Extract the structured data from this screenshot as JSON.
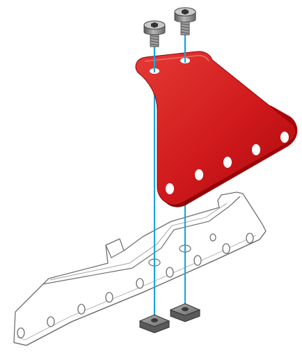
{
  "diagram": {
    "type": "exploded-assembly-illustration",
    "parts": [
      {
        "name": "screw",
        "quantity": 2,
        "color": "#8a8a8a"
      },
      {
        "name": "angled-bracket",
        "quantity": 1,
        "color": "#d0191c"
      },
      {
        "name": "perforated-flat-plate",
        "quantity": 1,
        "color": "#ffffff"
      },
      {
        "name": "square-nut",
        "quantity": 2,
        "color": "#7a7a7a"
      }
    ],
    "assembly_guide_color": "#1aa6d6"
  }
}
